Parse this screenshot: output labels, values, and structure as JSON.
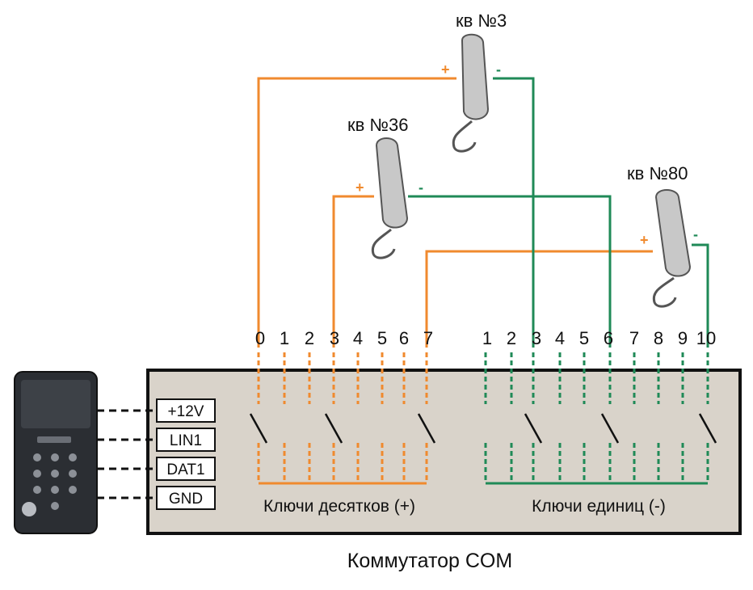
{
  "colors": {
    "plus_wire": "#f08a2e",
    "minus_wire": "#1f8a57",
    "box_fill": "#d9d3ca",
    "outline": "#111111",
    "handset": "#c8c8c8",
    "panel": "#2b2e33"
  },
  "apartments": [
    {
      "label": "кв №3",
      "plus": "+",
      "minus": "-"
    },
    {
      "label": "кв №36",
      "plus": "+",
      "minus": "-"
    },
    {
      "label": "кв №80",
      "plus": "+",
      "minus": "-"
    }
  ],
  "tens_keys": [
    "0",
    "1",
    "2",
    "3",
    "4",
    "5",
    "6",
    "7"
  ],
  "units_keys": [
    "1",
    "2",
    "3",
    "4",
    "5",
    "6",
    "7",
    "8",
    "9",
    "10"
  ],
  "terminals": [
    "+12V",
    "LIN1",
    "DAT1",
    "GND"
  ],
  "tens_caption": "Ключи десятков (+)",
  "units_caption": "Ключи единиц (-)",
  "commutator_caption": "Коммутатор COM",
  "icons": {
    "handset": "intercom-handset-icon",
    "call_panel": "door-call-panel-icon"
  }
}
